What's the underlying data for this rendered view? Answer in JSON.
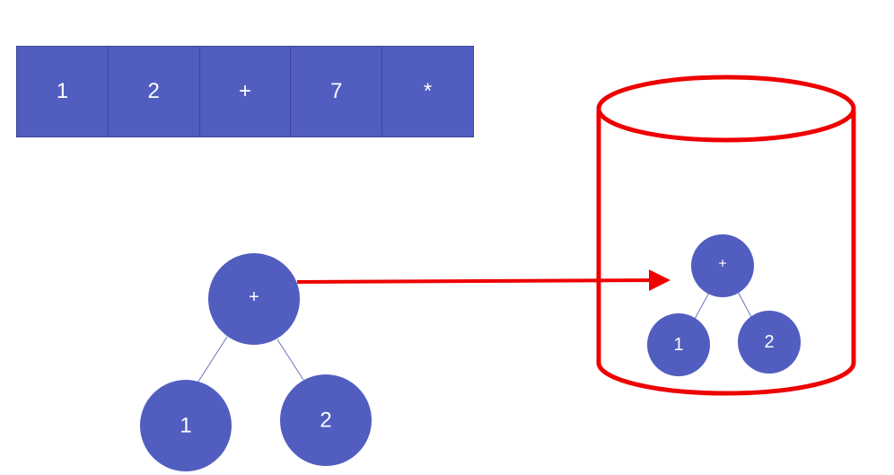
{
  "tokens": [
    "1",
    "2",
    "+",
    "7",
    "*"
  ],
  "main_tree": {
    "root": "+",
    "left": "1",
    "right": "2"
  },
  "stored_tree": {
    "root": "+",
    "left": "1",
    "right": "2"
  },
  "colors": {
    "node_fill": "#515dbf",
    "edge": "#6a74c4",
    "arrow": "#ee0000",
    "cylinder": "#ee0000"
  }
}
